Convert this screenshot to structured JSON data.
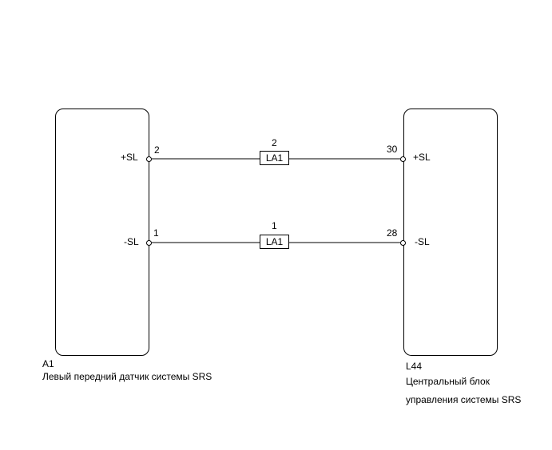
{
  "components": {
    "left": {
      "code": "A1",
      "name": "Левый передний датчик системы SRS",
      "pins": [
        {
          "pin": "2",
          "signal": "+SL"
        },
        {
          "pin": "1",
          "signal": "-SL"
        }
      ]
    },
    "right": {
      "code": "L44",
      "name_line1": "Центральный блок",
      "name_line2": "управления системы SRS",
      "pins": [
        {
          "pin": "30",
          "signal": "+SL"
        },
        {
          "pin": "28",
          "signal": "-SL"
        }
      ]
    }
  },
  "wires": [
    {
      "splice": "LA1",
      "splice_pin": "2"
    },
    {
      "splice": "LA1",
      "splice_pin": "1"
    }
  ]
}
